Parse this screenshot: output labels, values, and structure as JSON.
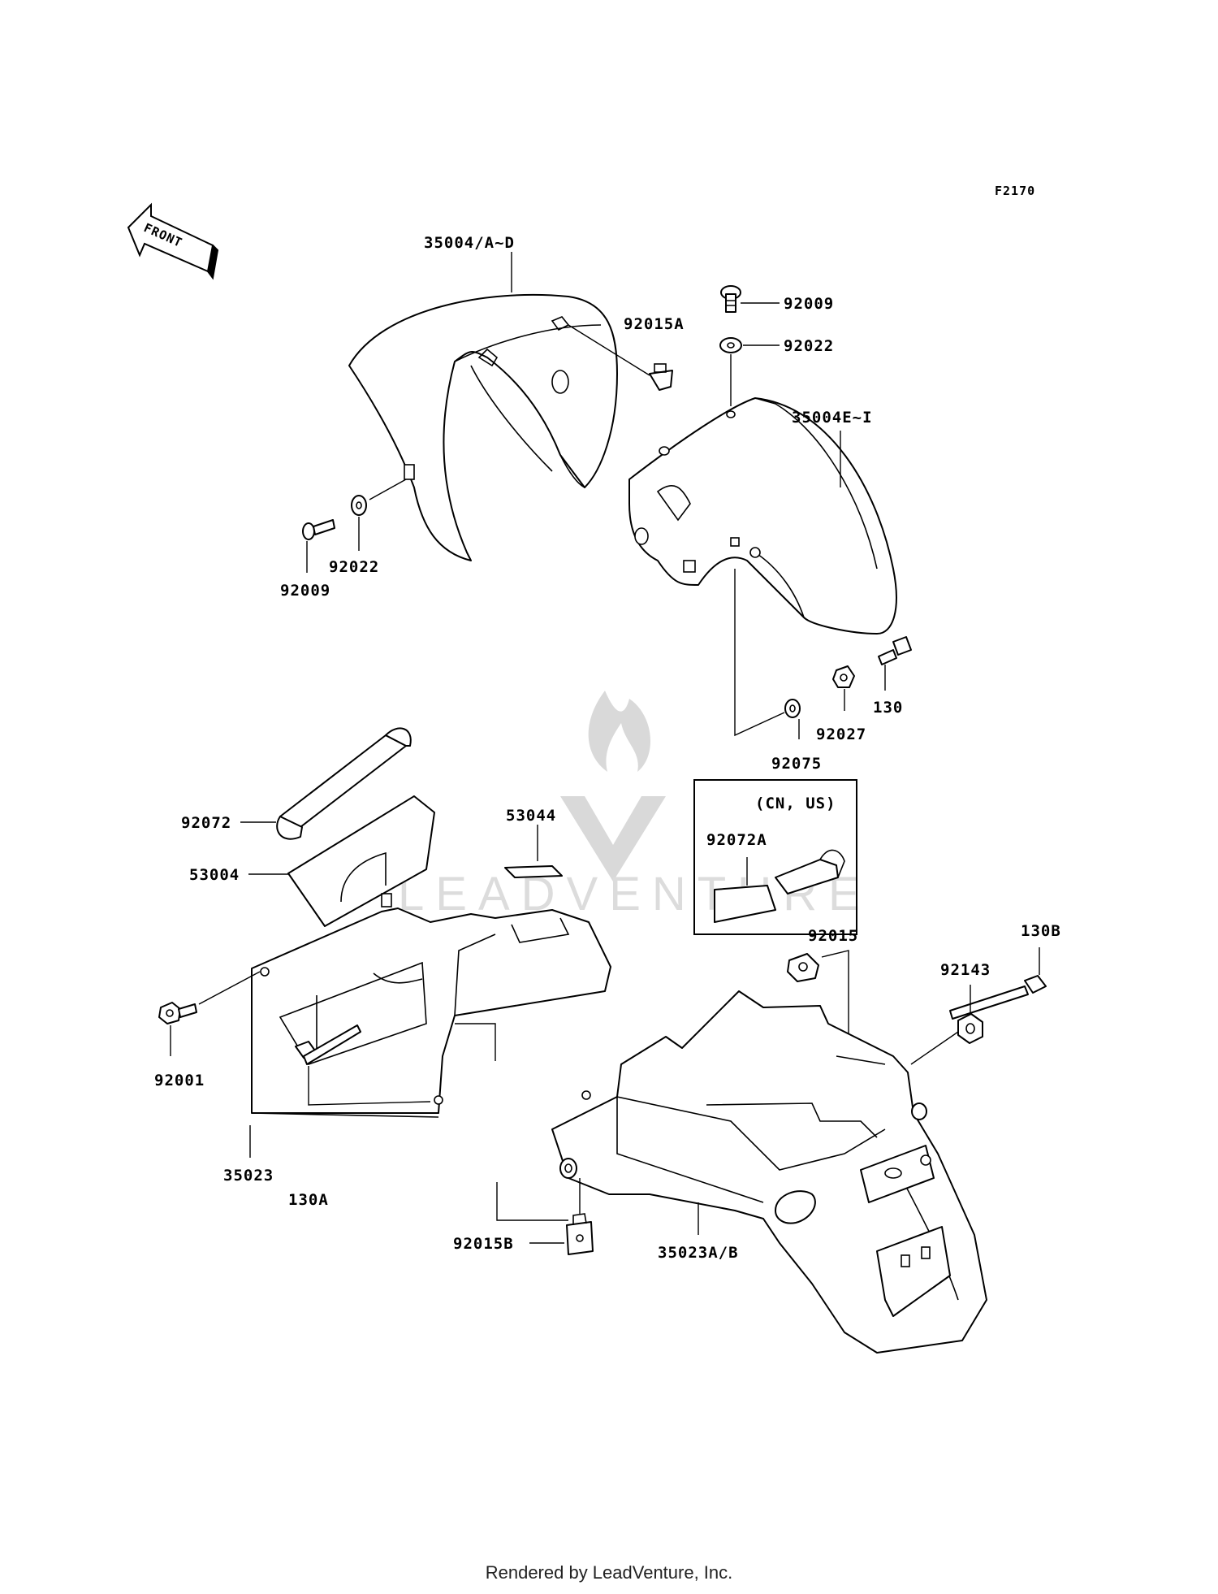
{
  "diagram_code": "F2170",
  "front_marker": "FRONT",
  "watermark": "LEADVENTURE",
  "footer": "Rendered by LeadVenture, Inc.",
  "inset_note": "(CN, US)",
  "labels": {
    "p35004_ad": "35004/A~D",
    "p92015a": "92015A",
    "p92009_top": "92009",
    "p92022_top": "92022",
    "p35004_ei": "35004E~I",
    "p92022_left": "92022",
    "p92009_left": "92009",
    "p130": "130",
    "p92027": "92027",
    "p92075": "92075",
    "p92072": "92072",
    "p53044": "53044",
    "p53004": "53004",
    "p92072a": "92072A",
    "p92015": "92015",
    "p130b": "130B",
    "p92143": "92143",
    "p92001": "92001",
    "p35023": "35023",
    "p130a": "130A",
    "p92015b": "92015B",
    "p35023ab": "35023A/B"
  }
}
